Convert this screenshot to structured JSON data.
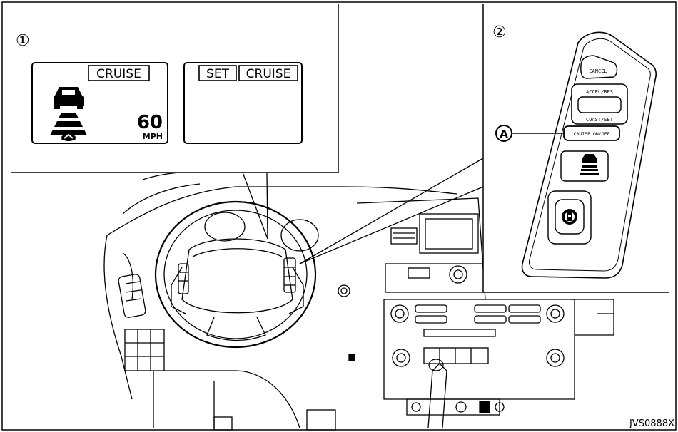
{
  "callouts": {
    "one": "①",
    "two": "②",
    "a": "A"
  },
  "display_left": {
    "cruise": "CRUISE",
    "speed": "60",
    "unit": "MPH"
  },
  "display_right": {
    "set": "SET",
    "cruise": "CRUISE"
  },
  "switch_panel": {
    "cancel": "CANCEL",
    "accel_res": "ACCEL/RES",
    "coast_set": "COAST/SET",
    "cruise_on_off": "CRUISE ON/OFF"
  },
  "figure_id": "JVS0888X"
}
